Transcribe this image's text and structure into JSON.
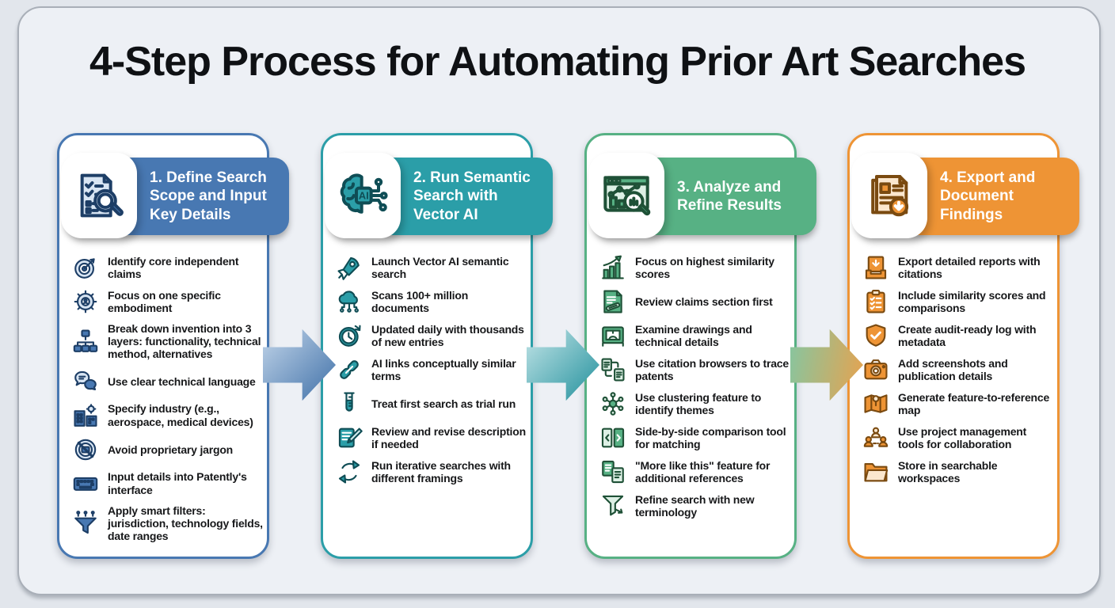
{
  "title": "4-Step Process for Automating Prior Art Searches",
  "columns": [
    {
      "label": "1. Define Search Scope and Input Key Details",
      "header_icon": "checklist-search-icon",
      "accent_color": "#4878B2",
      "outline_color": "#1D3E66",
      "tint_color": "#D8E5F3",
      "items": [
        {
          "icon": "target-icon",
          "text": "Identify core independent claims"
        },
        {
          "icon": "gear-user-icon",
          "text": "Focus on one specific embodiment"
        },
        {
          "icon": "hierarchy-icon",
          "text": "Break down invention into 3 layers: functionality, technical method, alternatives"
        },
        {
          "icon": "chat-bubbles-icon",
          "text": "Use clear technical language"
        },
        {
          "icon": "industry-buildings-icon",
          "text": "Specify industry (e.g., aerospace, medical devices)"
        },
        {
          "icon": "no-sign-icon",
          "text": "Avoid proprietary jargon"
        },
        {
          "icon": "keyboard-icon",
          "text": "Input details into Patently's interface"
        },
        {
          "icon": "smart-filter-icon",
          "text": "Apply smart filters: jurisdiction, technology fields, date ranges"
        }
      ]
    },
    {
      "label": "2. Run Semantic Search with Vector AI",
      "header_icon": "ai-brain-icon",
      "accent_color": "#2B9EA8",
      "outline_color": "#0F4D55",
      "tint_color": "#D2ECEE",
      "items": [
        {
          "icon": "rocket-icon",
          "text": "Launch Vector AI semantic search"
        },
        {
          "icon": "cloud-network-icon",
          "text": "Scans 100+ million documents"
        },
        {
          "icon": "clock-update-icon",
          "text": "Updated daily with thousands of new entries"
        },
        {
          "icon": "link-icon",
          "text": "AI links conceptually similar terms"
        },
        {
          "icon": "test-tube-icon",
          "text": "Treat first search as trial run"
        },
        {
          "icon": "edit-note-icon",
          "text": "Review and revise description if needed"
        },
        {
          "icon": "iterate-arrows-icon",
          "text": "Run iterative searches with different framings"
        }
      ]
    },
    {
      "label": "3. Analyze and Refine Results",
      "header_icon": "analytics-search-icon",
      "accent_color": "#57B184",
      "outline_color": "#1F5137",
      "tint_color": "#DDF0E5",
      "items": [
        {
          "icon": "chart-growth-icon",
          "text": "Focus on highest similarity scores"
        },
        {
          "icon": "claims-doc-icon",
          "text": "Review claims section first"
        },
        {
          "icon": "blueprint-icon",
          "text": "Examine drawings and technical details"
        },
        {
          "icon": "citation-links-icon",
          "text": "Use citation browsers to trace patents"
        },
        {
          "icon": "cluster-icon",
          "text": "Use clustering feature to identify themes"
        },
        {
          "icon": "compare-panels-icon",
          "text": "Side-by-side comparison tool for matching"
        },
        {
          "icon": "more-docs-icon",
          "text": "\"More like this\" feature for additional references"
        },
        {
          "icon": "refine-funnel-icon",
          "text": "Refine search with new terminology"
        }
      ]
    },
    {
      "label": "4. Export and Document Findings",
      "header_icon": "document-download-icon",
      "accent_color": "#EE9435",
      "outline_color": "#7A4A10",
      "tint_color": "#FBE7CE",
      "items": [
        {
          "icon": "export-report-icon",
          "text": "Export detailed reports with citations"
        },
        {
          "icon": "clipboard-scores-icon",
          "text": "Include similarity scores and comparisons"
        },
        {
          "icon": "shield-audit-icon",
          "text": "Create audit-ready log with metadata"
        },
        {
          "icon": "camera-icon",
          "text": "Add screenshots and publication details"
        },
        {
          "icon": "map-icon",
          "text": "Generate feature-to-reference map"
        },
        {
          "icon": "team-icon",
          "text": "Use project management tools for collaboration"
        },
        {
          "icon": "folder-icon",
          "text": "Store in searchable workspaces"
        }
      ]
    }
  ],
  "arrows": [
    {
      "icon": "arrow-right-icon",
      "gradient": [
        "#C3D6EA",
        "#3E6FA7"
      ],
      "angle": "135deg"
    },
    {
      "icon": "arrow-right-icon",
      "gradient": [
        "#C4E5E8",
        "#1F8F9B"
      ],
      "angle": "135deg"
    },
    {
      "icon": "arrow-right-icon",
      "gradient": [
        "#85C6A1",
        "#E8A24E"
      ],
      "angle": "100deg"
    }
  ]
}
